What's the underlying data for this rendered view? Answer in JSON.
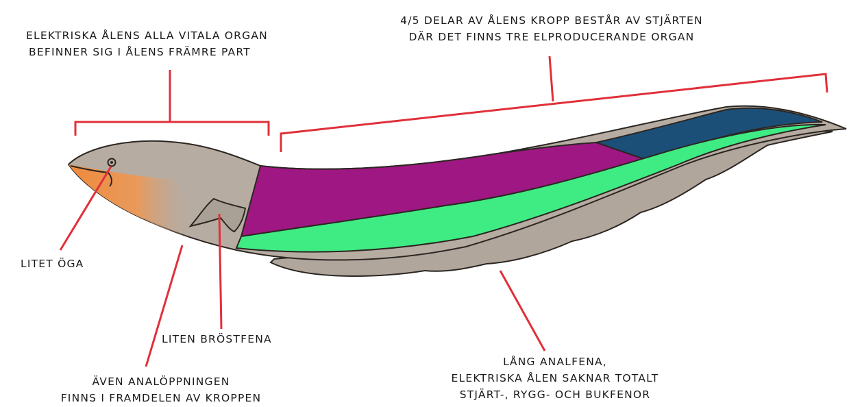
{
  "labels": {
    "front_organs": {
      "line1": "ELEKTRISKA ÅLENS ALLA VITALA ORGAN",
      "line2": "BEFINNER SIG I ÅLENS FRÄMRE PART"
    },
    "tail_organs": {
      "line1": "4/5 DELAR AV ÅLENS KROPP BESTÅR AV STJÄRTEN",
      "line2": "DÄR DET FINNS TRE ELPRODUCERANDE ORGAN"
    },
    "small_eye": "LITET ÖGA",
    "small_pectoral_fin": "LITEN BRÖSTFENA",
    "anal_opening": {
      "line1": "ÄVEN ANALÖPPNINGEN",
      "line2": "FINNS I FRAMDELEN AV KROPPEN"
    },
    "anal_fin": {
      "line1": "LÅNG ANALFENA,",
      "line2": "ELEKTRISKA ÅLEN SAKNAR TOTALT",
      "line3": "STJÄRT-, RYGG- OCH BUKFENOR"
    }
  },
  "colors": {
    "body": "#b7aca1",
    "outline": "#2b2622",
    "head_orange": "#ef8a3c",
    "electric_organ_magenta": "#9f1782",
    "electric_organ_green": "#3fec84",
    "electric_organ_blue": "#1c4f78",
    "pointer_red": "#e0303a"
  }
}
